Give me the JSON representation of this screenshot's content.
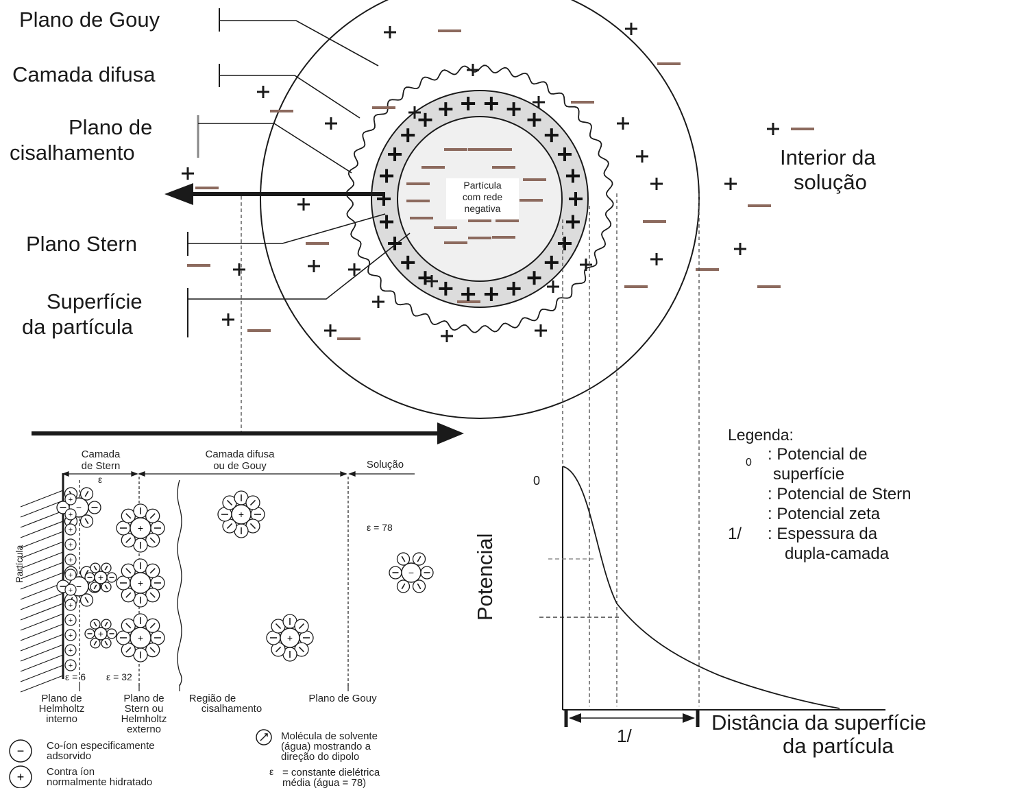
{
  "colors": {
    "ink": "#1a1a1a",
    "negative_ion": "#8c6a5e",
    "stern_fill": "#dcdcdc",
    "particle_fill": "#f0f0f0"
  },
  "labels": {
    "gouy_plane": "Plano de Gouy",
    "diffuse_layer": "Camada difusa",
    "shear_plane_1": "Plano de",
    "shear_plane_2": "cisalhamento",
    "stern_plane": "Plano Stern",
    "particle_surface_1": "Superfície",
    "particle_surface_2": "da partícula",
    "bulk_1": "Interior da",
    "bulk_2": "solução",
    "particle_1": "Partícula",
    "particle_2": "com rede",
    "particle_3": "negativa"
  },
  "detail": {
    "stern_layer_1": "Camada",
    "stern_layer_2": "de Stern",
    "diffuse_gouy_1": "Camada difusa",
    "diffuse_gouy_2": "ou de Gouy",
    "solution": "Solução",
    "particle": "Partícula",
    "eps_small": "ε",
    "eps_78": "ε = 78",
    "eps_6": "ε = 6",
    "eps_32": "ε = 32",
    "ihp_1": "Plano de",
    "ihp_2": "Helmholtz",
    "ihp_3": "interno",
    "ohp_1": "Plano de",
    "ohp_2": "Stern ou",
    "ohp_3": "Helmholtz",
    "ohp_4": "externo",
    "shear_1": "Região de",
    "shear_2": "cisalhamento",
    "gouy": "Plano de Gouy",
    "key_coion_1": "Co-íon especificamente",
    "key_coion_2": "adsorvido",
    "key_counter_1": "Contra íon",
    "key_counter_2": "normalmente hidratado",
    "key_solvent_1": "Molécula de solvente",
    "key_solvent_2": "(água) mostrando a",
    "key_solvent_3": "direção do dipolo",
    "key_eps_sym": "ε",
    "key_eps_1": "= constante dielétrica",
    "key_eps_2": "média (água = 78)"
  },
  "graph": {
    "y_axis": "Potencial",
    "psi0": "0",
    "x_axis_1": "Distância da superfície",
    "x_axis_2": "da partícula",
    "debye": "1/"
  },
  "legend": {
    "title": "Legenda:",
    "l1_sym": "0",
    "l1a": ": Potencial de",
    "l1b": "superfície",
    "l2": ": Potencial de Stern",
    "l3": ": Potencial zeta",
    "l4_sym": "1/",
    "l4a": ": Espessura da",
    "l4b": "dupla-camada"
  }
}
